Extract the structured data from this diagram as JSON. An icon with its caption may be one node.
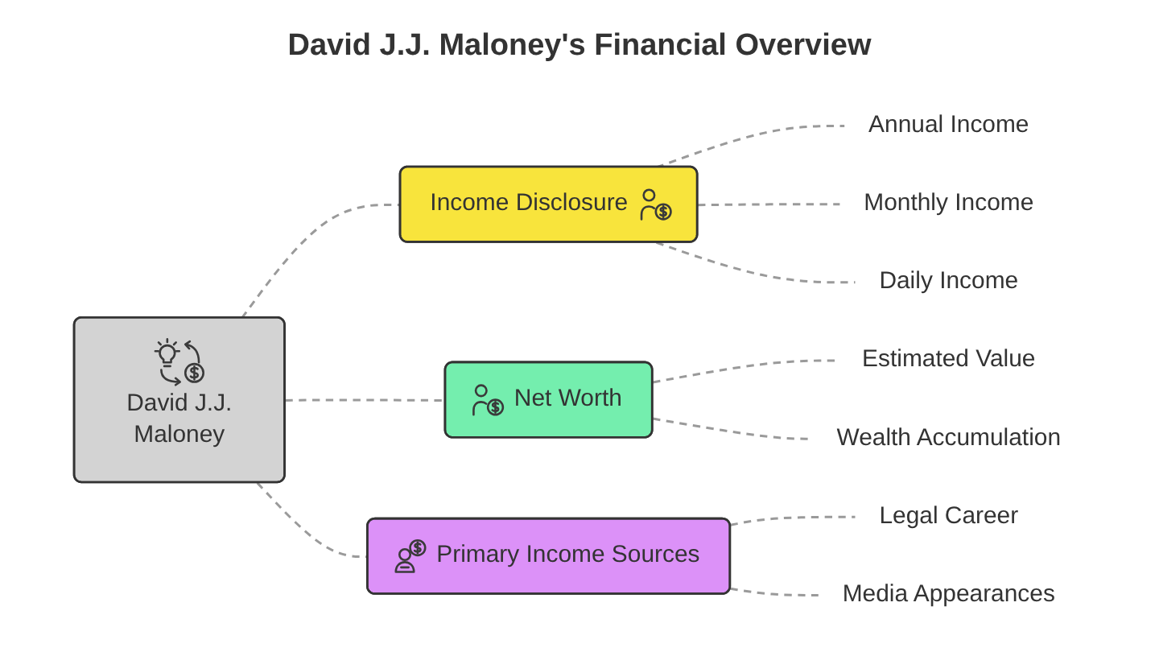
{
  "diagram": {
    "title": "David J.J. Maloney's Financial Overview",
    "nodes": [
      {
        "text": [
          "David J.J. Maloney"
        ]
      },
      {
        "text": [
          "Income Disclosure"
        ]
      },
      {
        "text": [
          "Annual Income"
        ]
      },
      {
        "text": [
          "Monthly Income"
        ]
      },
      {
        "text": [
          "Daily Income"
        ]
      },
      {
        "text": [
          "Net Worth"
        ]
      },
      {
        "text": [
          "Estimated Value"
        ]
      },
      {
        "text": [
          "Wealth Accumulation"
        ]
      },
      {
        "text": [
          "Primary Income Sources"
        ]
      },
      {
        "text": [
          "Legal Career"
        ]
      },
      {
        "text": [
          "Media Appearances"
        ]
      }
    ],
    "edges": [
      {
        "from": 0,
        "to": 1,
        "arrow": "none",
        "style": "dashed"
      },
      {
        "from": 1,
        "to": 2,
        "arrow": "none",
        "style": "dashed"
      },
      {
        "from": 1,
        "to": 3,
        "arrow": "none",
        "style": "dashed"
      },
      {
        "from": 1,
        "to": 4,
        "arrow": "none",
        "style": "dashed"
      },
      {
        "from": 0,
        "to": 5,
        "arrow": "none",
        "style": "dashed"
      },
      {
        "from": 5,
        "to": 6,
        "arrow": "none",
        "style": "dashed"
      },
      {
        "from": 5,
        "to": 7,
        "arrow": "none",
        "style": "dashed"
      },
      {
        "from": 0,
        "to": 8,
        "arrow": "none",
        "style": "dashed"
      },
      {
        "from": 8,
        "to": 9,
        "arrow": "none",
        "style": "dashed"
      },
      {
        "from": 8,
        "to": 10,
        "arrow": "none",
        "style": "dashed"
      }
    ]
  }
}
